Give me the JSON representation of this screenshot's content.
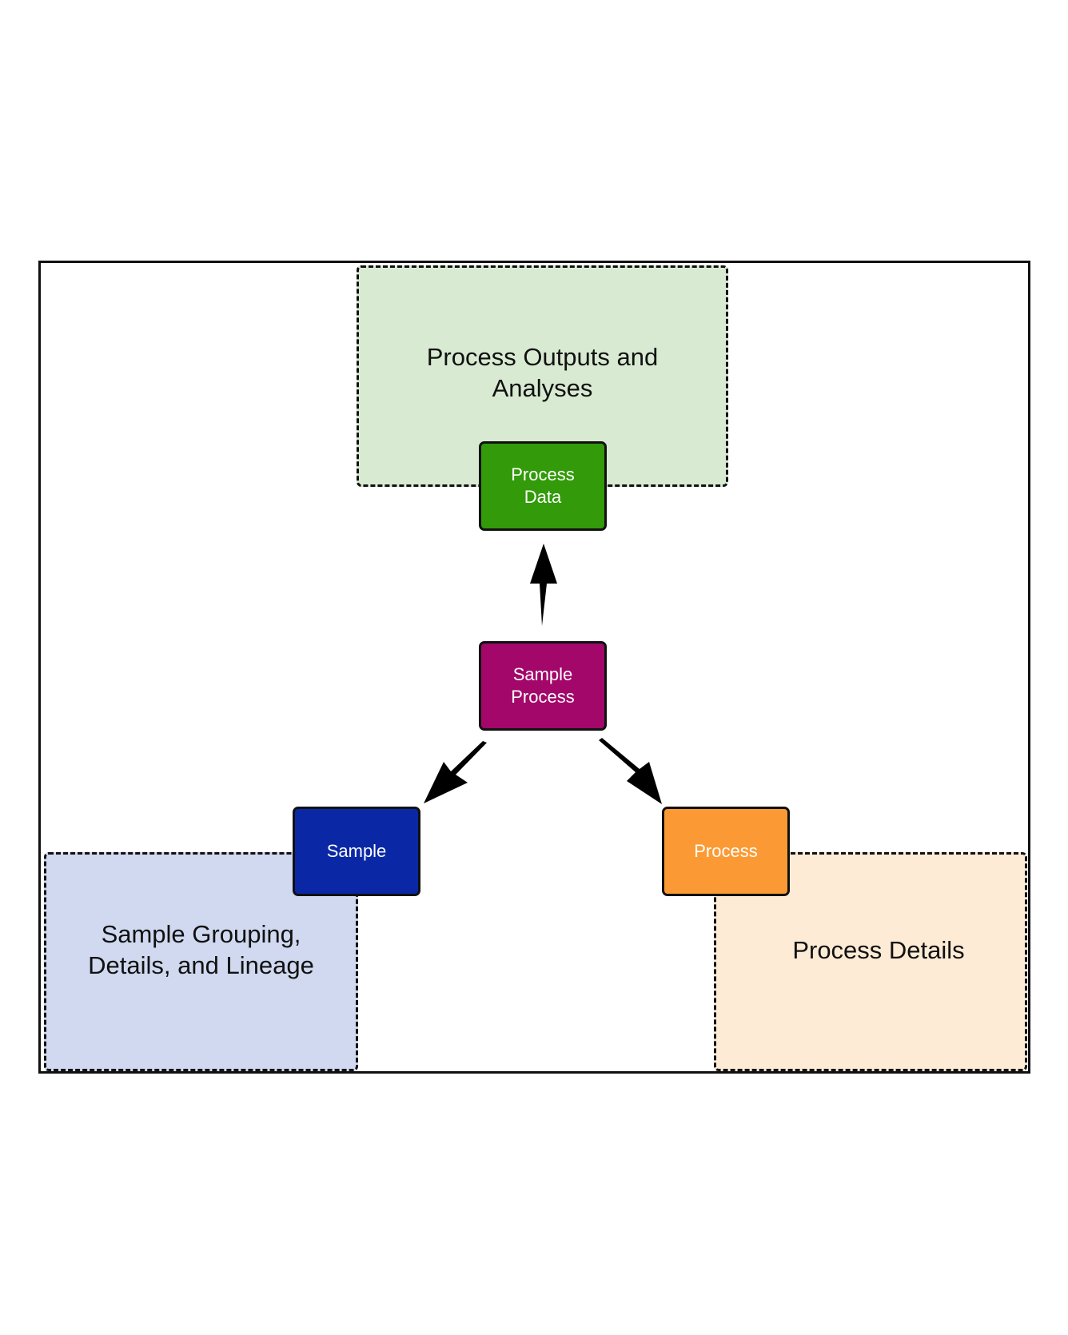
{
  "regions": {
    "outputs": {
      "line1": "Process Outputs and",
      "line2": "Analyses",
      "fill": "#d9ead3"
    },
    "sample_group": {
      "line1": "Sample Grouping,",
      "line2": "Details, and Lineage",
      "fill": "#d0d9ef"
    },
    "process_details": {
      "line1": "Process Details",
      "fill": "#fdebd6"
    }
  },
  "nodes": {
    "process_data": {
      "line1": "Process",
      "line2": "Data",
      "color": "#339a0a"
    },
    "sample_process": {
      "line1": "Sample",
      "line2": "Process",
      "color": "#a3076a"
    },
    "sample": {
      "line1": "Sample",
      "color": "#0a28a5"
    },
    "process": {
      "line1": "Process",
      "color": "#fb9a34"
    }
  },
  "edges": [
    {
      "from": "sample_process",
      "to": "process_data"
    },
    {
      "from": "sample_process",
      "to": "sample"
    },
    {
      "from": "sample_process",
      "to": "process"
    }
  ]
}
